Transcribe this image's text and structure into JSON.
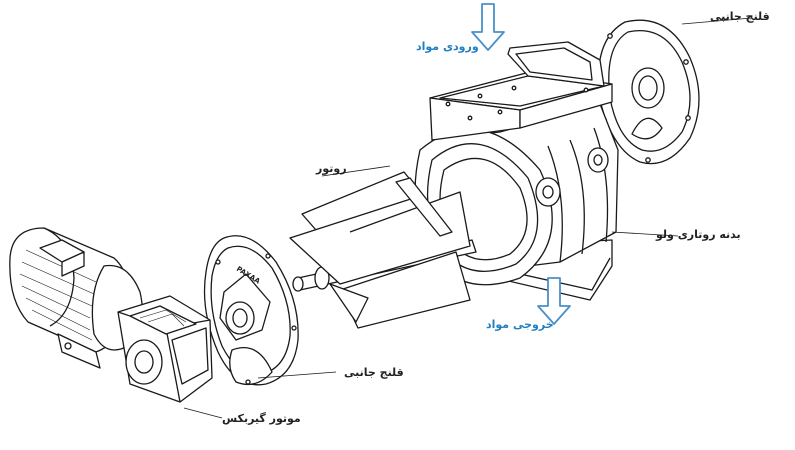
{
  "labels": {
    "side_flange_top": "قلنج جانبی",
    "material_inlet": "ورودی مواد",
    "rotor": "روتور",
    "valve_body": "بدنه روتاری ولو",
    "material_outlet": "خروجی مواد",
    "side_flange_bottom": "قلنج جانبی",
    "gear_motor": "موتور گیربکس"
  },
  "nameplate": "PAXAA",
  "colors": {
    "line": "#1a1a1a",
    "arrow": "#4a90c8",
    "label": "#222222",
    "label_accent": "#1f7fc4",
    "background": "#ffffff"
  }
}
